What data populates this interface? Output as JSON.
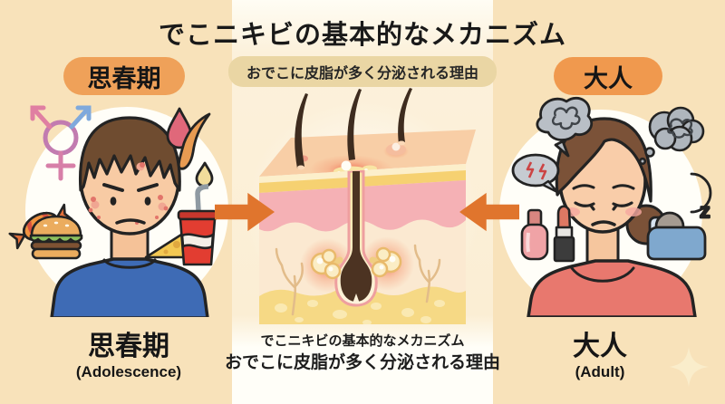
{
  "header": {
    "title": "でこニキビの基本的なメカニズム",
    "subtitle": "おでこに皮脂が多く分泌される理由"
  },
  "adolescent": {
    "badge": "思春期",
    "caption_jp": "思春期",
    "caption_en": "(Adolescence)",
    "icons": [
      "transgender-symbol",
      "sebum-drip-red",
      "sebum-drip-orange",
      "sebum-drip-yellow",
      "candy",
      "hamburger",
      "cheese",
      "soda-cup"
    ]
  },
  "adult": {
    "badge": "大人",
    "caption_jp": "大人",
    "caption_en": "(Adult)",
    "sleep_z": "Z",
    "icons": [
      "stress-scribble-bubble",
      "irritation-speech-bubble",
      "stress-thought-cloud",
      "nail-polish",
      "lipstick",
      "crescent-moon",
      "sleeping-person",
      "sparkle"
    ]
  },
  "diagram": {
    "subject": "skin-cross-section-clogged-pore",
    "caption_line1": "でこニキビの基本的なメカニズム",
    "caption_line2": "おでこに皮脂が多く分泌される理由"
  },
  "colors": {
    "background": "#F8E2BA",
    "center_column": "#FBEED4",
    "badge_orange": "#EFA159",
    "arrow_orange": "#E0752D",
    "subtitle_bg": "#EAD6A4",
    "text": "#1F1F1F"
  }
}
